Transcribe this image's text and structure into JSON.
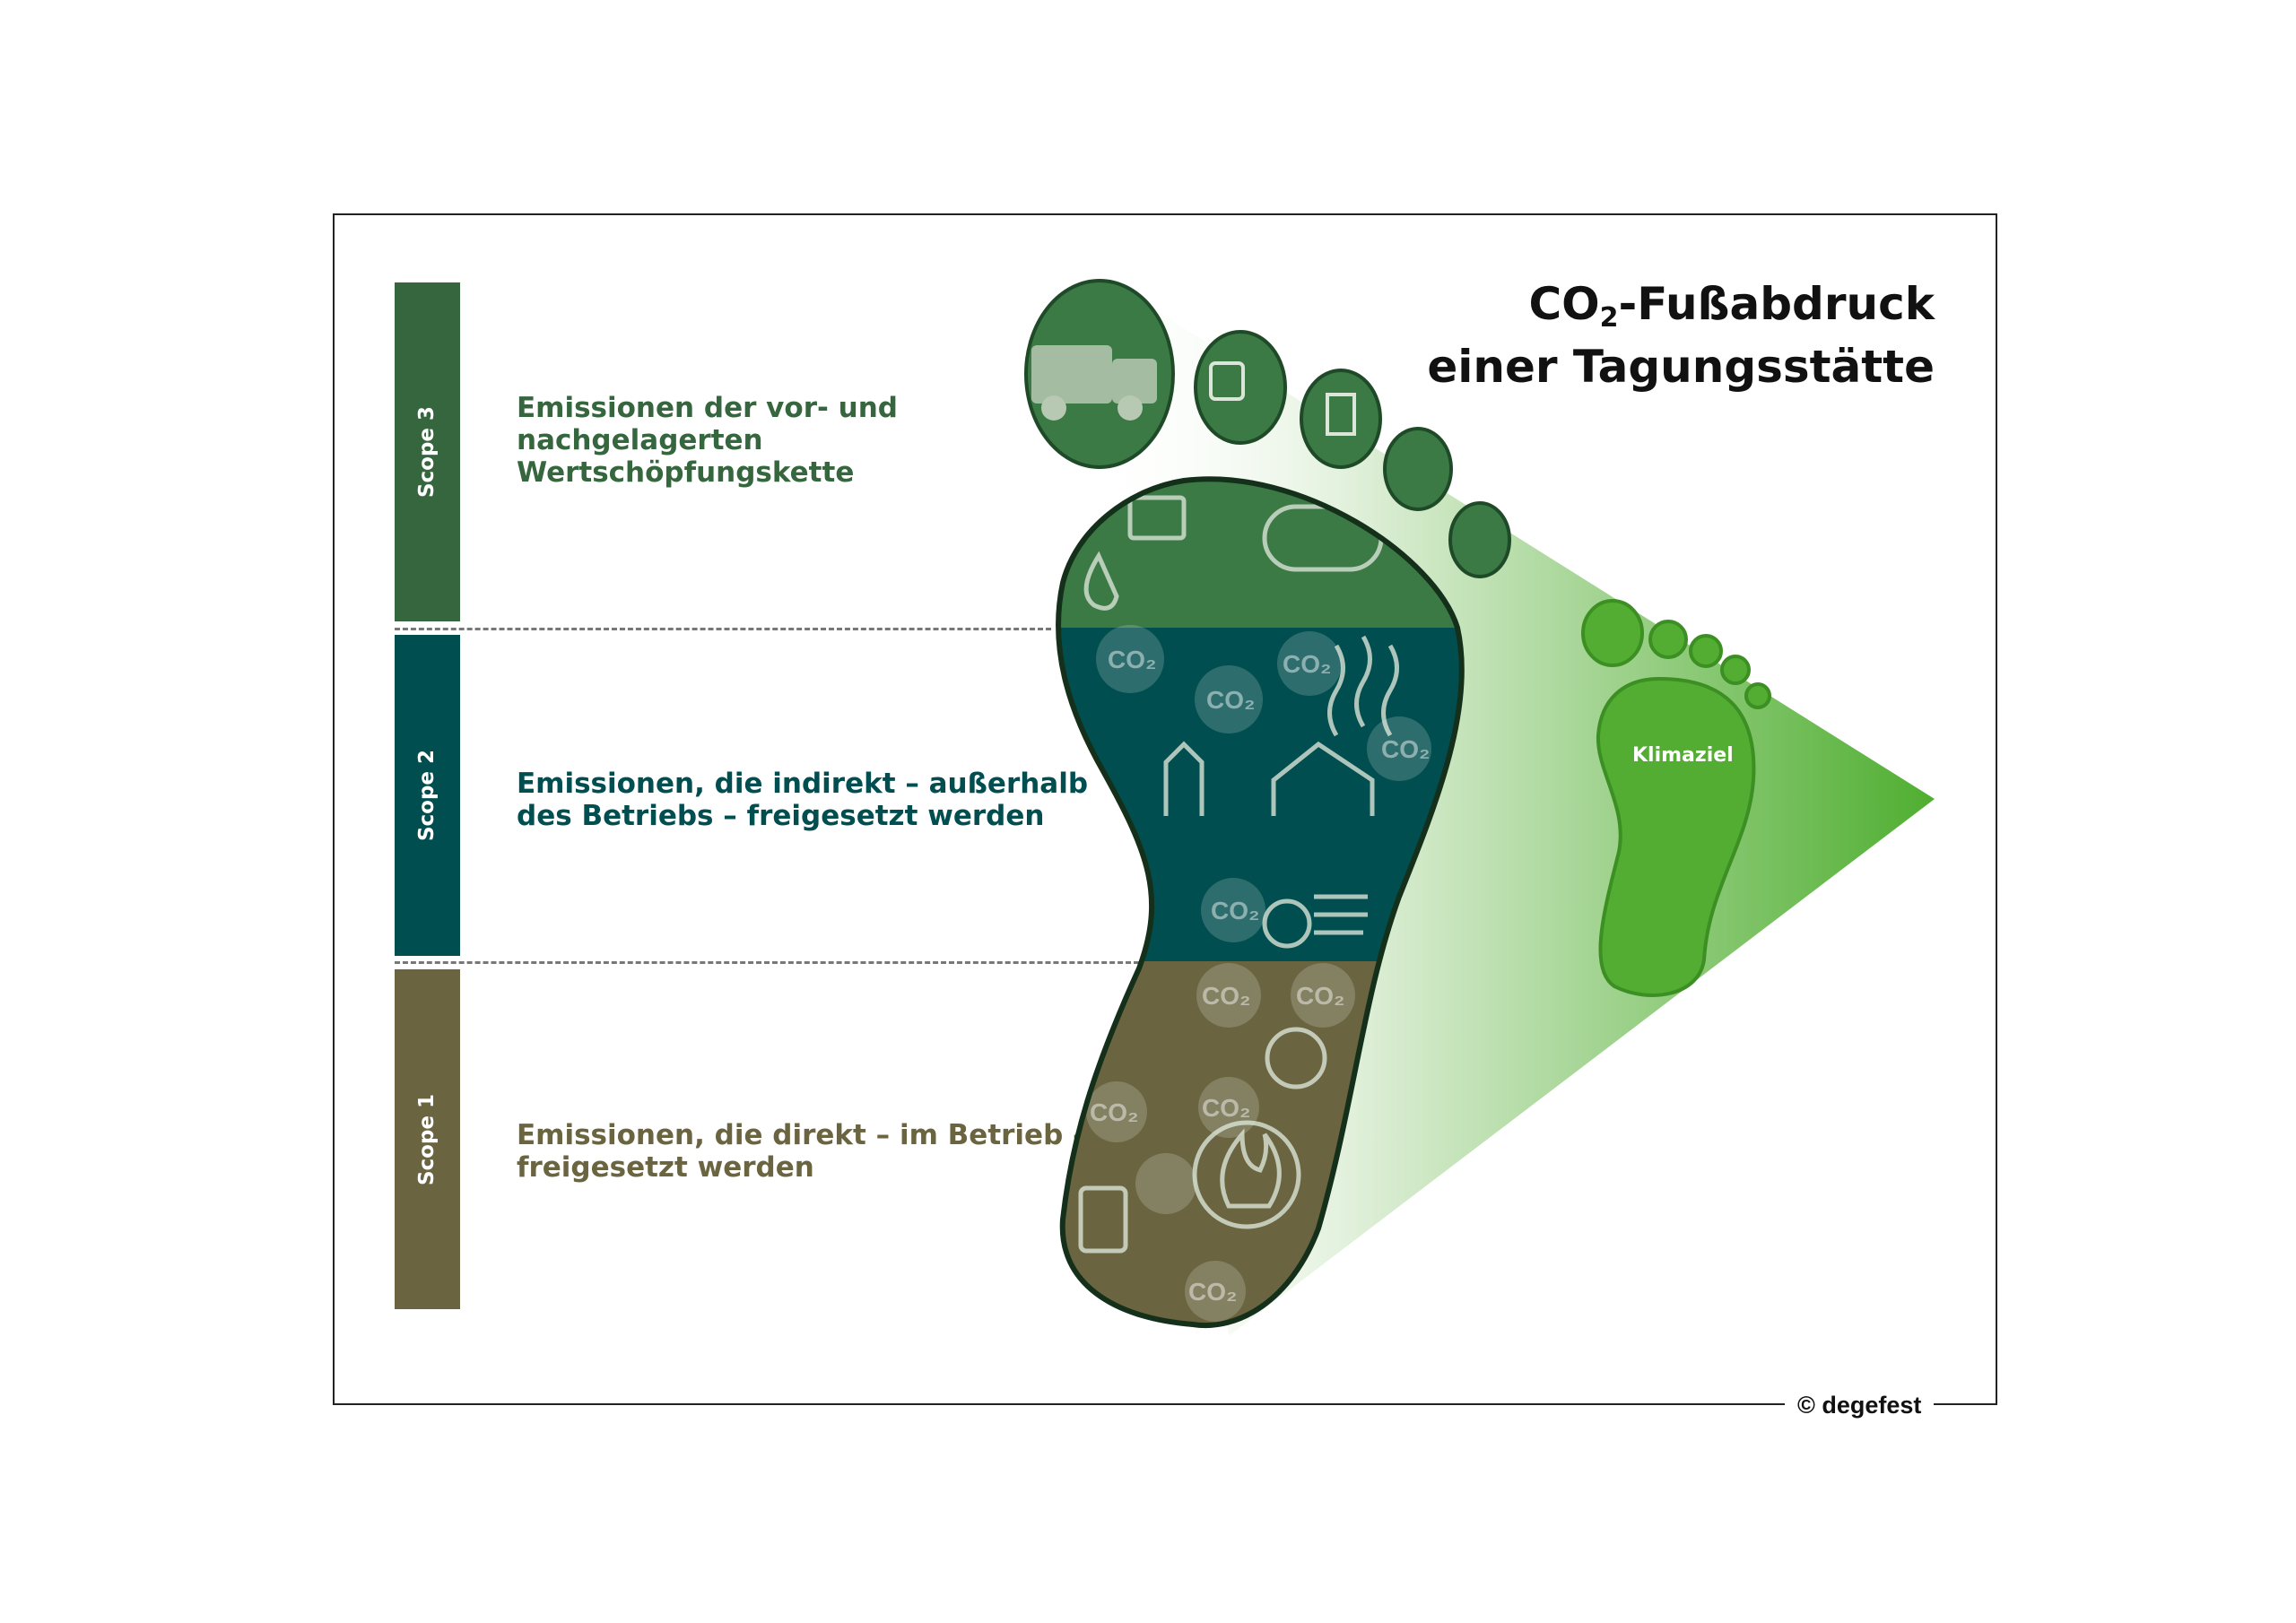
{
  "title": {
    "line1_prefix": "CO",
    "line1_sub": "2",
    "line1_suffix": "-Fußabdruck",
    "line2": "einer Tagungsstätte"
  },
  "scopes": [
    {
      "label": "Scope 3",
      "description": "Emissionen der vor- und\nnachgelagerten\nWertschöpfungskette",
      "color": "#35663d"
    },
    {
      "label": "Scope 2",
      "description": "Emissionen, die indirekt – außerhalb\ndes Betriebs – freigesetzt werden",
      "color": "#004e4f"
    },
    {
      "label": "Scope 1",
      "description": "Emissionen, die direkt – im Betrieb –\nfreigesetzt  werden",
      "color": "#6a6440"
    }
  ],
  "goal_label": "Klimaziel",
  "goal_color": "#52ad32",
  "co2_label": "CO₂",
  "copyright": "© degefest"
}
